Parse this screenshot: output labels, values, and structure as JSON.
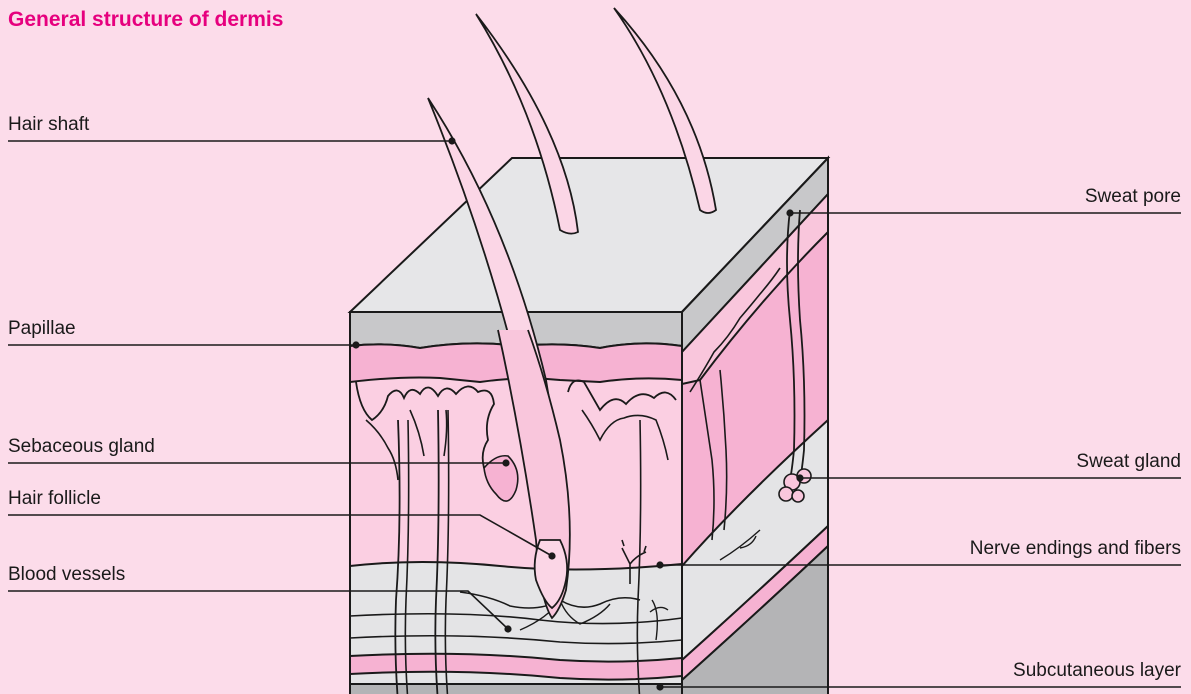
{
  "title": "General structure of dermis",
  "colors": {
    "background": "#fcdcea",
    "title": "#e6007e",
    "skin_surface": "#e6e6e8",
    "epidermis": "#c8c8ca",
    "dermis_pink": "#f6b2d2",
    "dermis_light": "#fbcfe2",
    "subcutaneous": "#e4e4e6",
    "hair": "#fbd6e6",
    "outline": "#1a1a1a"
  },
  "labels": {
    "left": [
      {
        "id": "hair-shaft",
        "text": "Hair shaft"
      },
      {
        "id": "papillae",
        "text": "Papillae"
      },
      {
        "id": "sebaceous-gland",
        "text": "Sebaceous gland"
      },
      {
        "id": "hair-follicle",
        "text": "Hair follicle"
      },
      {
        "id": "blood-vessels",
        "text": "Blood vessels"
      }
    ],
    "right": [
      {
        "id": "sweat-pore",
        "text": "Sweat pore"
      },
      {
        "id": "sweat-gland",
        "text": "Sweat gland"
      },
      {
        "id": "nerve-endings",
        "text": "Nerve endings and fibers"
      },
      {
        "id": "subcutaneous-layer",
        "text": "Subcutaneous layer"
      }
    ]
  }
}
